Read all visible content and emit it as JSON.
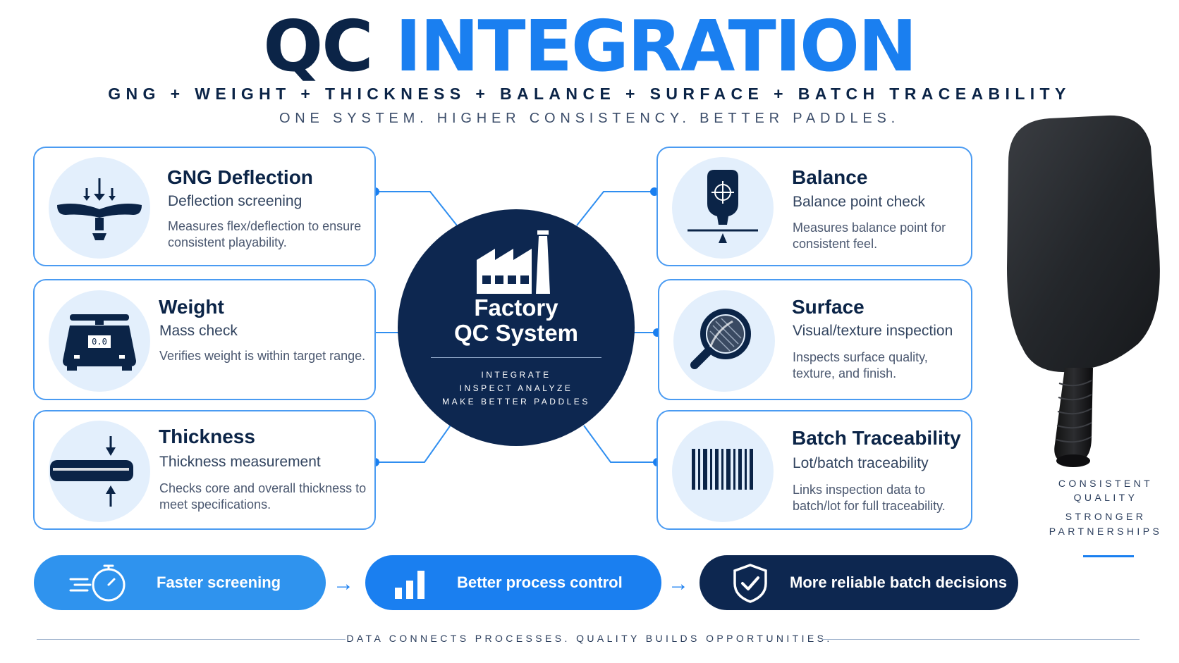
{
  "header": {
    "title_part1": "QC",
    "title_part2": "INTEGRATION",
    "subtitle": "GNG + WEIGHT + THICKNESS + BALANCE + SURFACE + BATCH TRACEABILITY",
    "tagline": "ONE SYSTEM. HIGHER CONSISTENCY. BETTER PADDLES."
  },
  "hub": {
    "title_line1": "Factory",
    "title_line2": "QC System",
    "words": [
      "INTEGRATE",
      "INSPECT ANALYZE",
      "MAKE BETTER PADDLES"
    ]
  },
  "cards": {
    "gng": {
      "title": "GNG Deflection",
      "subtitle": "Deflection screening",
      "description": "Measures flex/deflection to ensure consistent playability.",
      "icon": "deflection-icon"
    },
    "weight": {
      "title": "Weight",
      "subtitle": "Mass check",
      "description": "Verifies weight is within target range.",
      "icon": "scale-icon",
      "display_value": "0.0"
    },
    "thickness": {
      "title": "Thickness",
      "subtitle": "Thickness measurement",
      "description": "Checks core and overall thickness to meet specifications.",
      "icon": "thickness-icon"
    },
    "balance": {
      "title": "Balance",
      "subtitle": "Balance point  check",
      "description": "Measures balance point for consistent feel.",
      "icon": "balance-icon"
    },
    "surface": {
      "title": "Surface",
      "subtitle": "Visual/texture inspection",
      "description": "Inspects surface quality, texture, and finish.",
      "icon": "magnifier-icon"
    },
    "batch": {
      "title": "Batch Traceability",
      "subtitle": "Lot/batch traceability",
      "description": "Links inspection data to batch/lot for full traceability.",
      "icon": "barcode-icon"
    }
  },
  "benefits": [
    {
      "label": "Faster screening",
      "icon": "stopwatch-icon",
      "color": "#2f93ee"
    },
    {
      "label": "Better process control",
      "icon": "bar-chart-icon",
      "color": "#1a7ff0"
    },
    {
      "label": "More reliable batch decisions",
      "icon": "shield-check-icon",
      "color": "#0d2750"
    }
  ],
  "side": {
    "line1": "CONSISTENT",
    "line2": "QUALITY",
    "line3": "STRONGER",
    "line4": "PARTNERSHIPS"
  },
  "footer": "DATA CONNECTS PROCESSES. QUALITY BUILDS OPPORTUNITIES.",
  "colors": {
    "navy": "#0b2447",
    "blue": "#1a7ff0",
    "card_border": "#4a9bf2",
    "icon_bg": "#e3effc"
  }
}
